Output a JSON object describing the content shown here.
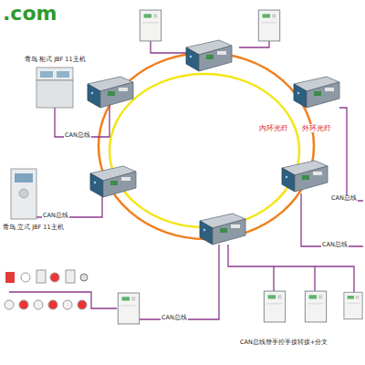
{
  "diagram": {
    "labels": [
      ".com",
      "青鸟 柜式 JBF 11主机",
      "CAN总线",
      "内环光纤",
      "外环光纤",
      "CAN总线",
      "青鸟 立式 JBF 11主机",
      "CAN总线",
      "CAN总线",
      "CAN总线",
      "CAN总线替手控手接转接+分文"
    ]
  }
}
